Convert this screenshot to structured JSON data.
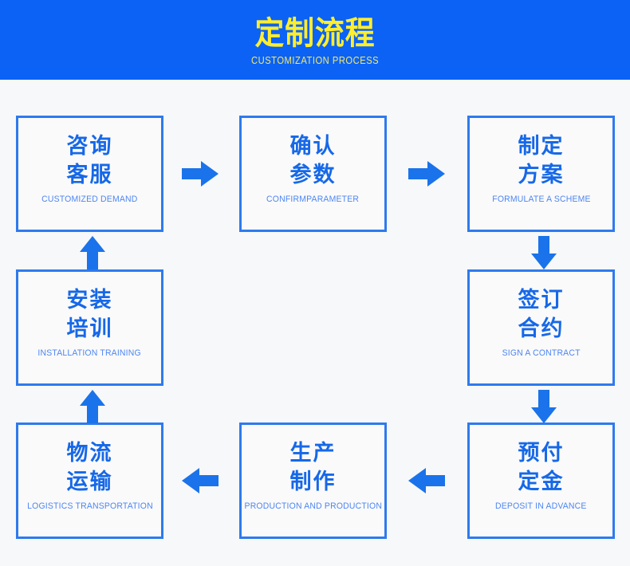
{
  "header": {
    "title": "定制流程",
    "subtitle": "CUSTOMIZATION PROCESS",
    "bg_color": "#0b62f5",
    "title_color": "#ffee2e",
    "subtitle_color": "#f5e96a"
  },
  "theme": {
    "box_border_color": "#2e7aee",
    "cn_text_color": "#1668e8",
    "en_text_color": "#4e86f2",
    "arrow_color": "#1a73ea",
    "page_bg": "#f7f8f9"
  },
  "steps": [
    {
      "id": "consult-service",
      "cn_line1": "咨询",
      "cn_line2": "客服",
      "en": "CUSTOMIZED DEMAND"
    },
    {
      "id": "confirm-parameter",
      "cn_line1": "确认",
      "cn_line2": "参数",
      "en": "CONFIRMPARAMETER"
    },
    {
      "id": "formulate-scheme",
      "cn_line1": "制定",
      "cn_line2": "方案",
      "en": "FORMULATE A SCHEME"
    },
    {
      "id": "sign-contract",
      "cn_line1": "签订",
      "cn_line2": "合约",
      "en": "SIGN A CONTRACT"
    },
    {
      "id": "deposit-in-advance",
      "cn_line1": "预付",
      "cn_line2": "定金",
      "en": "DEPOSIT IN ADVANCE"
    },
    {
      "id": "production",
      "cn_line1": "生产",
      "cn_line2": "制作",
      "en": "PRODUCTION AND PRODUCTION"
    },
    {
      "id": "logistics-transportation",
      "cn_line1": "物流",
      "cn_line2": "运输",
      "en": "LOGISTICS TRANSPORTATION"
    },
    {
      "id": "installation-training",
      "cn_line1": "安装",
      "cn_line2": "培训",
      "en": "INSTALLATION TRAINING"
    }
  ],
  "arrows": [
    {
      "id": "arrow-consult-to-confirm",
      "direction": "right"
    },
    {
      "id": "arrow-confirm-to-formulate",
      "direction": "right"
    },
    {
      "id": "arrow-formulate-to-sign",
      "direction": "down"
    },
    {
      "id": "arrow-sign-to-deposit",
      "direction": "down"
    },
    {
      "id": "arrow-deposit-to-production",
      "direction": "left"
    },
    {
      "id": "arrow-production-to-logistics",
      "direction": "left"
    },
    {
      "id": "arrow-logistics-to-install",
      "direction": "up"
    },
    {
      "id": "arrow-install-to-consult",
      "direction": "up"
    }
  ]
}
